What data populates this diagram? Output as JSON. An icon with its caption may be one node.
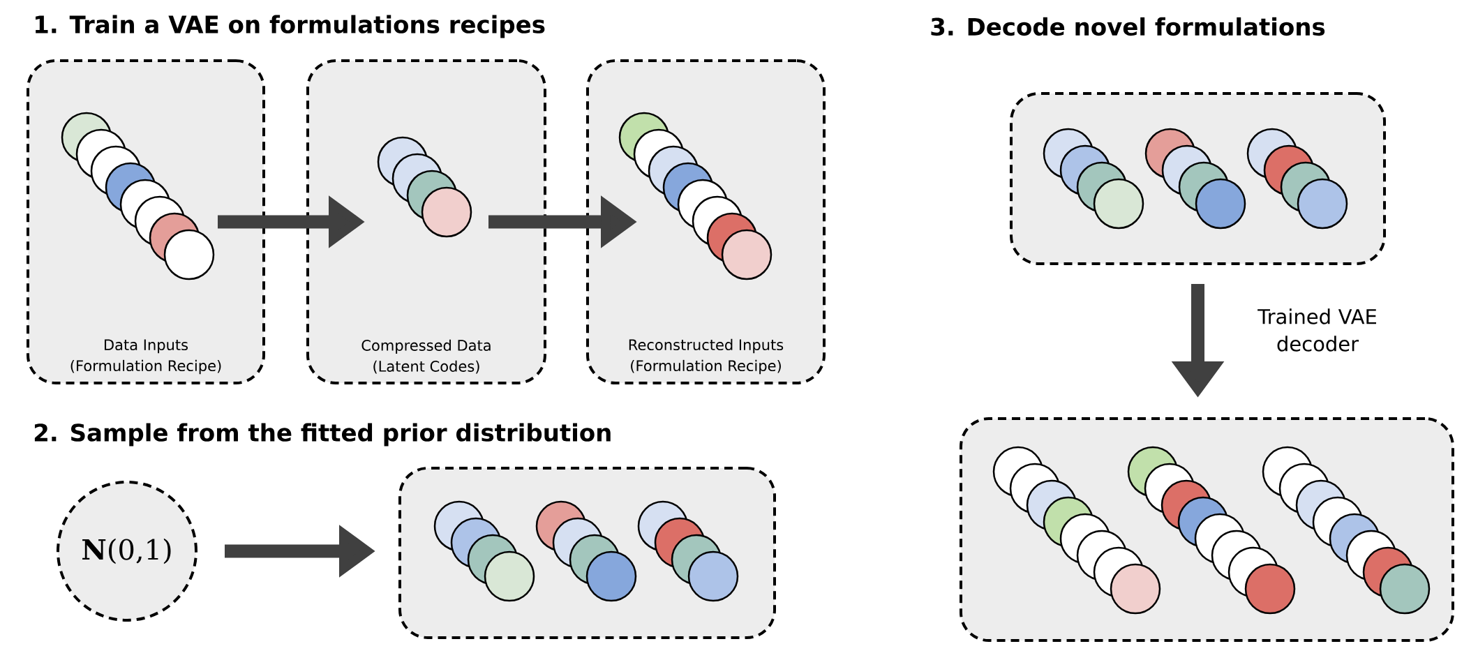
{
  "diagram": {
    "nodes": [
      {
        "text": [
          "Data Inputs (Formulation Recipe)"
        ]
      },
      {
        "text": [
          "Compressed Data (Latent Codes)"
        ]
      },
      {
        "text": [
          "Reconstructed Inputs (Formulation Recipe)"
        ]
      },
      {
        "text": [
          "**N**(0,1)"
        ]
      },
      {
        "text": [],
        "shape": "box"
      },
      {
        "text": [],
        "shape": "box"
      },
      {
        "text": [],
        "shape": "box"
      }
    ],
    "edges": [
      {
        "from": 0,
        "to": 1,
        "arrow": "to"
      },
      {
        "from": 1,
        "to": 2,
        "arrow": "to"
      },
      {
        "from": 3,
        "to": 4,
        "arrow": "to"
      },
      {
        "from": 5,
        "to": 6,
        "arrow": "to",
        "label": "Trained VAE decoder"
      }
    ],
    "labels": [
      "1. Train a VAE on formulations recipes",
      "2. Sample from the fitted prior distribution",
      "3. Decode novel formulations"
    ]
  }
}
